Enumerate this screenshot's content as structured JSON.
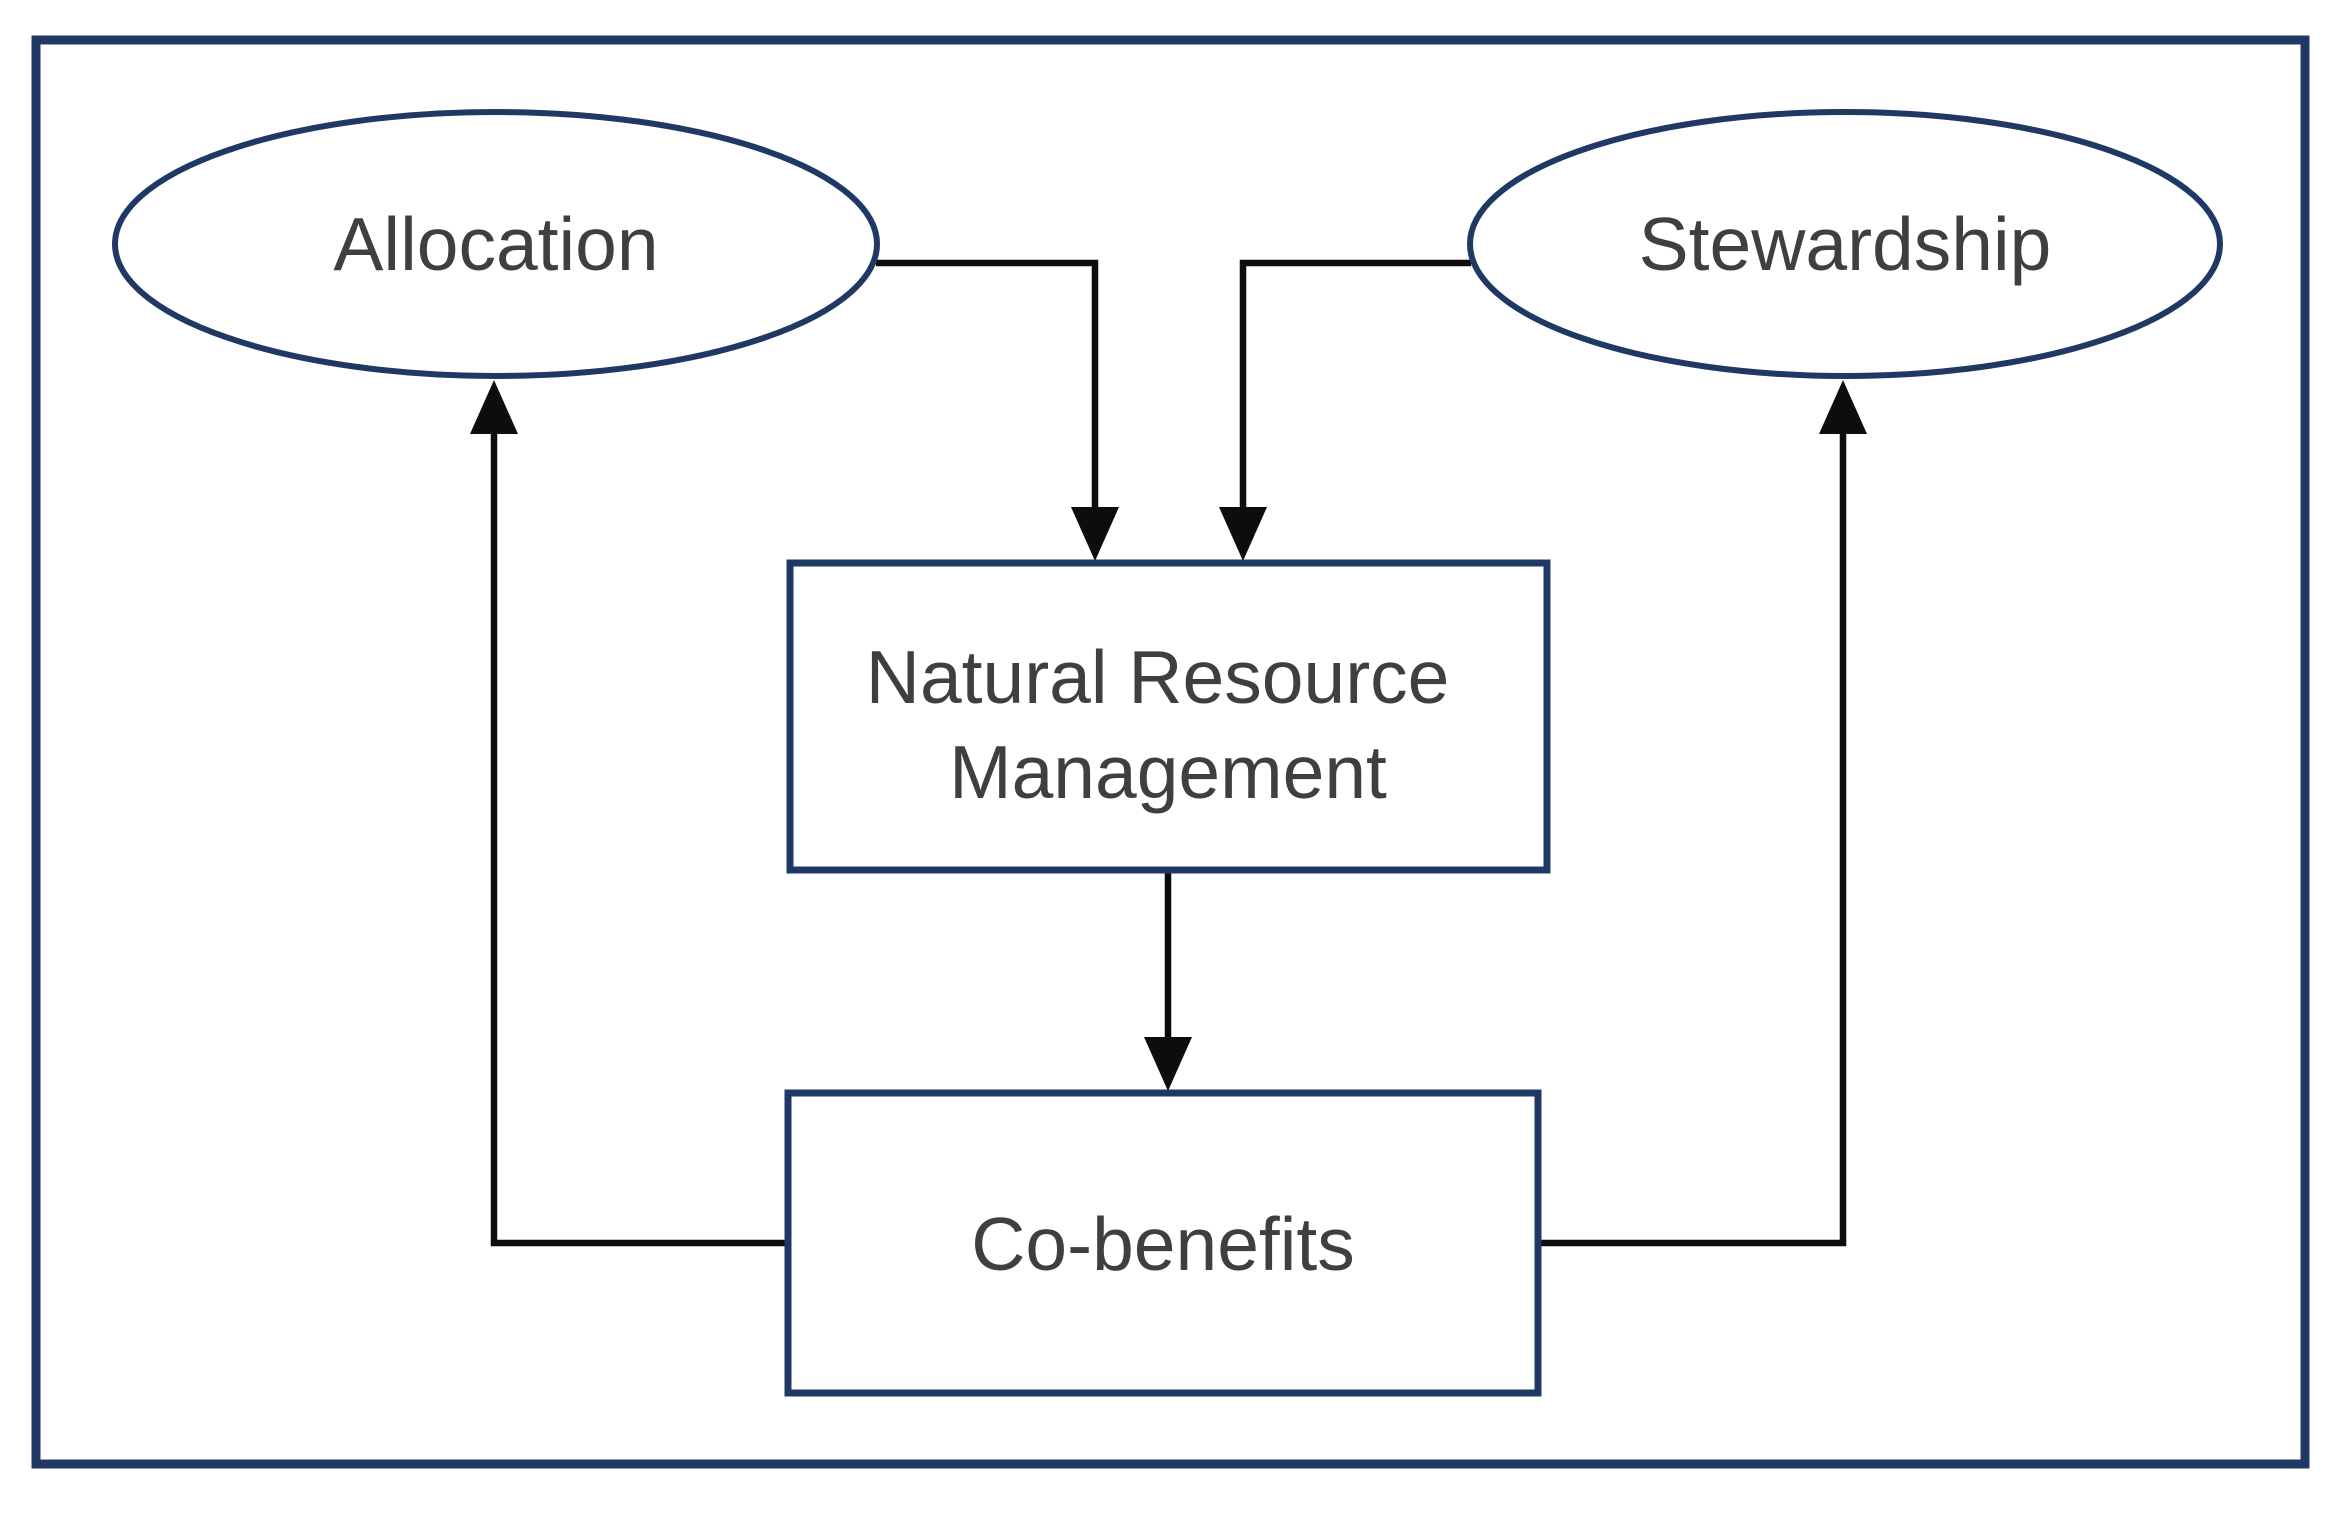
{
  "diagram": {
    "nodes": {
      "allocation": {
        "label": "Allocation",
        "shape": "ellipse"
      },
      "stewardship": {
        "label": "Stewardship",
        "shape": "ellipse"
      },
      "nrm": {
        "label": "Natural Resource Management",
        "label_lines": [
          "Natural Resource",
          "Management"
        ],
        "shape": "rectangle"
      },
      "cobenefits": {
        "label": "Co-benefits",
        "shape": "rectangle"
      }
    },
    "edges": [
      {
        "from": "allocation",
        "to": "nrm"
      },
      {
        "from": "stewardship",
        "to": "nrm"
      },
      {
        "from": "nrm",
        "to": "cobenefits"
      },
      {
        "from": "cobenefits",
        "to": "allocation"
      },
      {
        "from": "cobenefits",
        "to": "stewardship"
      }
    ]
  },
  "colors": {
    "frame_border": "#1f3864",
    "shape_border": "#1f3864",
    "shape_fill": "#ffffff",
    "arrow": "#0d0d0d",
    "text": "#3f3f3f",
    "background": "#ffffff"
  }
}
